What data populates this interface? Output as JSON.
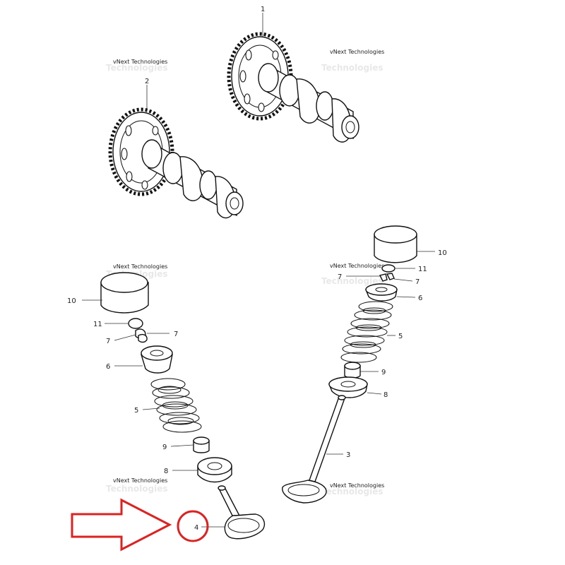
{
  "watermark": {
    "line1": "vNext Technologies",
    "line2": "Technologies"
  },
  "callouts": {
    "c1": "1",
    "c2": "2",
    "c3": "3",
    "c4": "4",
    "c5": "5",
    "c6": "6",
    "c7": "7",
    "c8": "8",
    "c9": "9",
    "c10": "10",
    "c11": "11"
  },
  "highlight": {
    "arrow_color": "#dd2222",
    "circle_color": "#dd2222",
    "target_part": "4"
  }
}
